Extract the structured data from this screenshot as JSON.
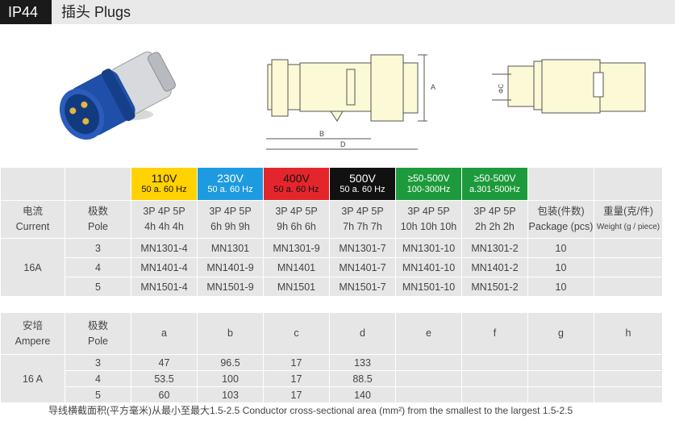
{
  "header": {
    "badge": "IP44",
    "title": "插头 Plugs"
  },
  "drawing": {
    "dim_a": "A",
    "dim_b": "B",
    "dim_d": "D",
    "dim_phic": "ΦC"
  },
  "colors": {
    "yellow": "#ffd200",
    "blue": "#1e9be0",
    "red": "#e4262c",
    "black": "#111111",
    "green": "#1d9a3b",
    "greyHeader": "#e6e6e6",
    "plugBlue": "#1f4fa8",
    "drawingFill": "#fbf9d6"
  },
  "voltages": [
    {
      "v": "110V",
      "f": "50 a. 60 Hz",
      "color": "yellow"
    },
    {
      "v": "230V",
      "f": "50 a. 60 Hz",
      "color": "blue"
    },
    {
      "v": "400V",
      "f": "50 a. 60 Hz",
      "color": "red"
    },
    {
      "v": "500V",
      "f": "50 a. 60 Hz",
      "color": "black"
    },
    {
      "v": "≥50-500V",
      "f": "100-300Hz",
      "color": "green"
    },
    {
      "v": "≥50-500V",
      "f": "a.301-500Hz",
      "color": "green"
    }
  ],
  "table1": {
    "current_cn": "电流",
    "current_en": "Current",
    "pole_cn": "极数",
    "pole_en": "Pole",
    "poles_line": [
      "3P  4P  5P",
      "3P  4P  5P",
      "3P  4P  5P",
      "3P  4P  5P",
      "3P  4P  5P",
      "3P  4P  5P"
    ],
    "hours_line": [
      "4h  4h  4h",
      "6h  9h  9h",
      "9h  6h  6h",
      "7h  7h  7h",
      "10h 10h 10h",
      "2h  2h  2h"
    ],
    "package_cn": "包装(件数)",
    "package_en": "Package (pcs)",
    "weight_cn": "重量(克/件)",
    "weight_en": "Weight (g / piece)",
    "amp": "16A",
    "rows": [
      {
        "pole": "3",
        "codes": [
          "MN1301-4",
          "MN1301",
          "MN1301-9",
          "MN1301-7",
          "MN1301-10",
          "MN1301-2"
        ],
        "pkg": "10",
        "weight": ""
      },
      {
        "pole": "4",
        "codes": [
          "MN1401-4",
          "MN1401-9",
          "MN1401",
          "MN1401-7",
          "MN1401-10",
          "MN1401-2"
        ],
        "pkg": "10",
        "weight": ""
      },
      {
        "pole": "5",
        "codes": [
          "MN1501-4",
          "MN1501-9",
          "MN1501",
          "MN1501-7",
          "MN1501-10",
          "MN1501-2"
        ],
        "pkg": "10",
        "weight": ""
      }
    ]
  },
  "table2": {
    "amp_cn": "安培",
    "amp_en": "Ampere",
    "pole_cn": "极数",
    "pole_en": "Pole",
    "cols": [
      "a",
      "b",
      "c",
      "d",
      "e",
      "f",
      "g",
      "h"
    ],
    "amp": "16 A",
    "rows": [
      {
        "pole": "3",
        "vals": [
          "47",
          "96.5",
          "17",
          "133",
          "",
          "",
          "",
          ""
        ]
      },
      {
        "pole": "4",
        "vals": [
          "53.5",
          "100",
          "17",
          "88.5",
          "",
          "",
          "",
          ""
        ]
      },
      {
        "pole": "5",
        "vals": [
          "60",
          "103",
          "17",
          "140",
          "",
          "",
          "",
          ""
        ]
      }
    ]
  },
  "footer": "导线横截面积(平方毫米)从最小至最大1.5-2.5    Conductor cross-sectional area (mm²) from the smallest to the largest 1.5-2.5"
}
